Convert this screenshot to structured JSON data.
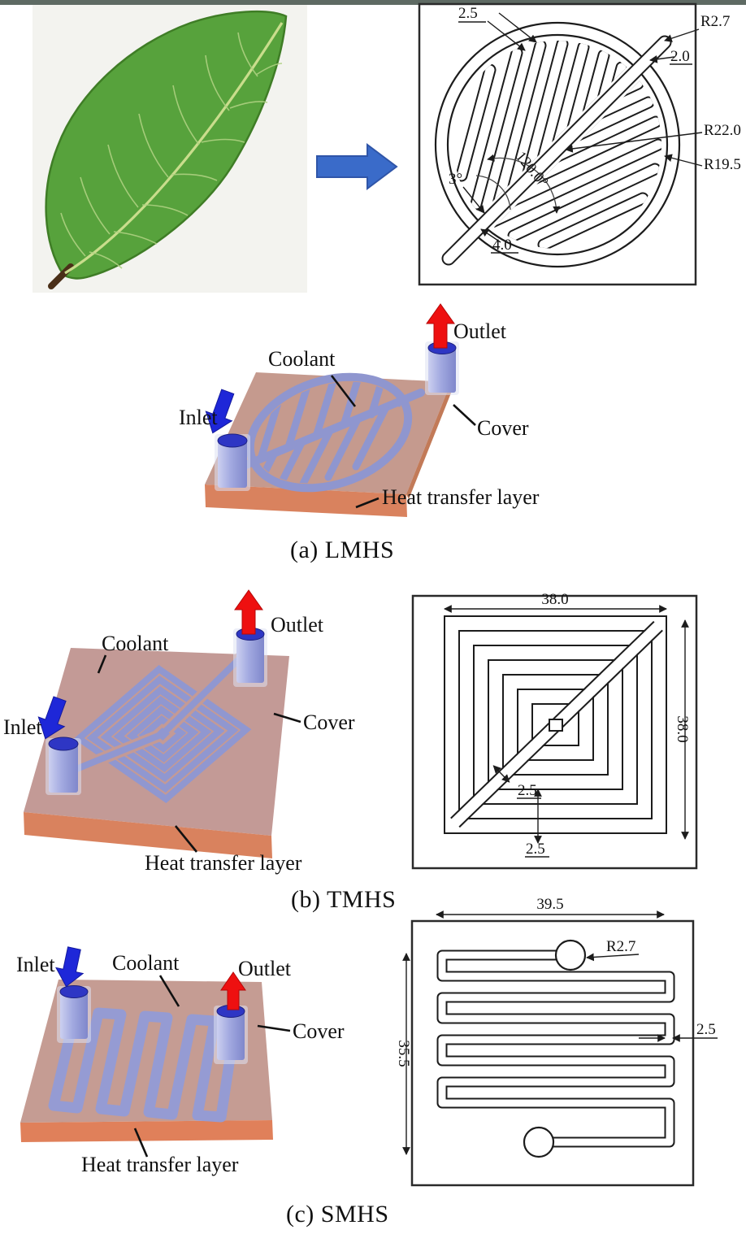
{
  "colors": {
    "top_bar": "#5e6a63",
    "plate_top": "#c59a8e",
    "plate_front": "#d9825e",
    "channel_blue": "#9097d0",
    "port_top_blue": "#2e36c4",
    "inlet_arrow_blue": "#1e27d8",
    "outlet_arrow_red": "#ee1010",
    "transform_arrow_blue": "#3a6bc9",
    "leaf_green": "#57a23c",
    "drawing_line": "#1c1c1c"
  },
  "panel_a": {
    "caption": "(a) LMHS",
    "render": {
      "outlet": "Outlet",
      "coolant": "Coolant",
      "inlet": "Inlet",
      "cover": "Cover",
      "heat_layer": "Heat transfer layer"
    },
    "drawing": {
      "channel_width": "2.5",
      "port_radius": "R2.7",
      "stem_top_width": "2.0",
      "outer_radius": "R22.0",
      "inner_radius": "R19.5",
      "taper_angle": "3°",
      "branch_angle": "120.0°",
      "stem_bottom_width": "4.0"
    }
  },
  "panel_b": {
    "caption": "(b) TMHS",
    "render": {
      "coolant": "Coolant",
      "outlet": "Outlet",
      "inlet": "Inlet",
      "cover": "Cover",
      "heat_layer": "Heat transfer layer"
    },
    "drawing": {
      "width": "38.0",
      "height": "38.0",
      "channel_width": "2.5",
      "wall_pitch": "2.5"
    }
  },
  "panel_c": {
    "caption": "(c) SMHS",
    "render": {
      "inlet": "Inlet",
      "coolant": "Coolant",
      "outlet": "Outlet",
      "cover": "Cover",
      "heat_layer": "Heat transfer layer"
    },
    "drawing": {
      "width": "39.5",
      "height": "35.5",
      "port_radius": "R2.7",
      "channel_width": "2.5"
    }
  }
}
